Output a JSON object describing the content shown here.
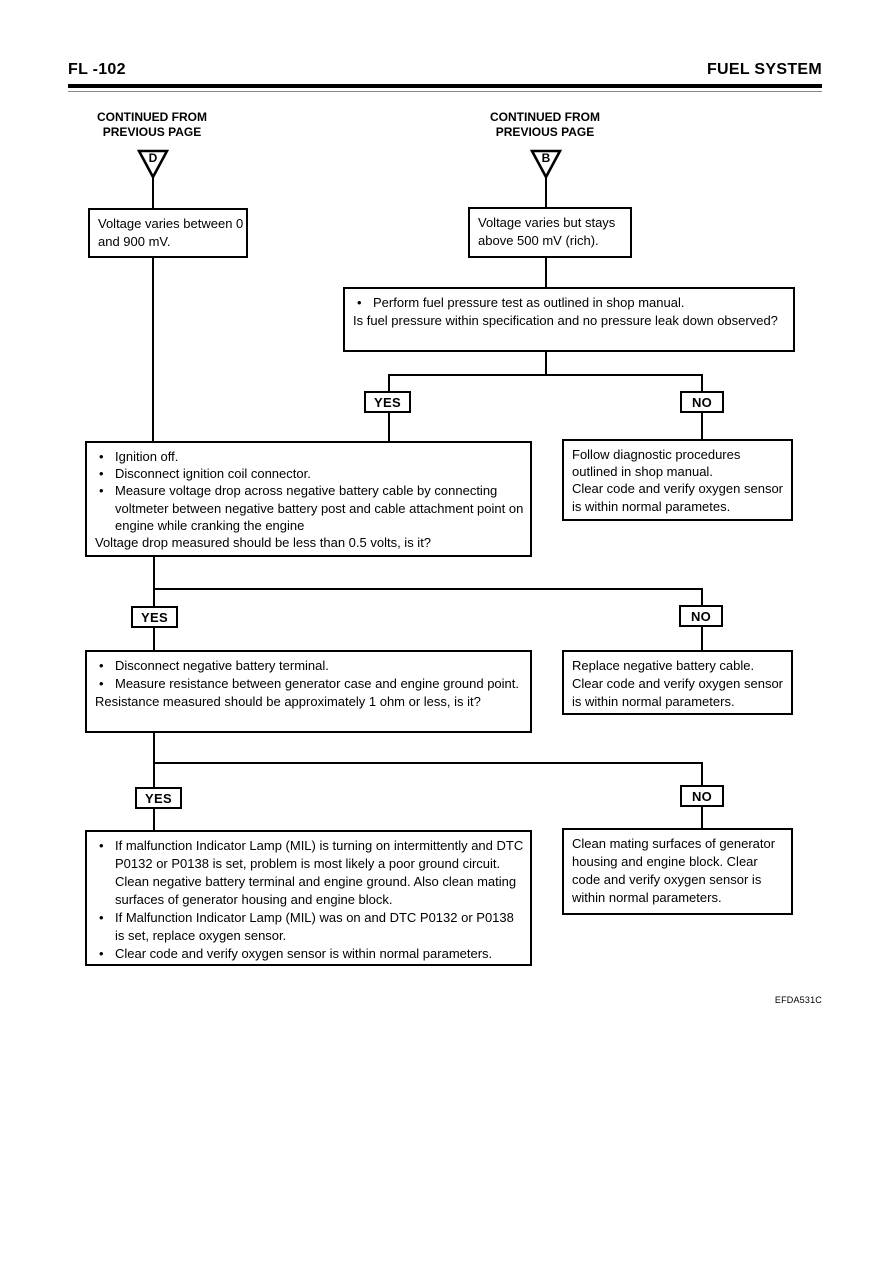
{
  "header": {
    "page_number": "FL -102",
    "section_title": "FUEL SYSTEM"
  },
  "connectors": {
    "d": {
      "line1": "CONTINUED FROM",
      "line2": "PREVIOUS PAGE",
      "letter": "D"
    },
    "b": {
      "line1": "CONTINUED FROM",
      "line2": "PREVIOUS PAGE",
      "letter": "B"
    }
  },
  "labels": {
    "yes": "YES",
    "no": "NO"
  },
  "glyphs": {
    "bullet": "•"
  },
  "boxes": {
    "voltage_d": {
      "text": "Voltage varies between 0 and 900 mV."
    },
    "voltage_b": {
      "text": "Voltage varies but stays above 500 mV (rich)."
    },
    "fuel_pressure": {
      "bullets": [
        "Perform fuel pressure test as outlined in shop manual."
      ],
      "question": "Is fuel pressure within specification and no pressure leak down observed?"
    },
    "ignition": {
      "bullets": [
        "Ignition off.",
        "Disconnect ignition coil connector.",
        "Measure voltage drop across negative battery cable by connecting voltmeter between negative battery post and cable attachment point on engine while cranking the engine"
      ],
      "question": "Voltage drop measured should be less than 0.5 volts, is it?"
    },
    "follow_diagnostic": {
      "lines": [
        "Follow diagnostic procedures outlined in shop manual.",
        "Clear code and verify oxygen sensor is within normal parametes."
      ]
    },
    "disconnect_battery": {
      "bullets": [
        "Disconnect negative battery terminal.",
        "Measure resistance between generator case and engine ground point."
      ],
      "question": "Resistance measured should be approximately 1 ohm or less, is it?"
    },
    "replace_cable": {
      "lines": [
        "Replace negative battery cable.",
        "Clear code and verify oxygen sensor is within normal parameters."
      ]
    },
    "mil": {
      "bullets": [
        "If malfunction Indicator Lamp (MIL) is turning on intermittently and DTC P0132 or P0138 is set, problem is most likely a poor ground circuit. Clean negative battery terminal and engine ground. Also clean mating surfaces of generator housing and engine block.",
        "If Malfunction Indicator Lamp (MIL) was on and DTC P0132 or P0138 is set, replace oxygen sensor.",
        "Clear code and verify oxygen sensor is within normal parameters."
      ]
    },
    "clean_surfaces": {
      "text": "Clean mating surfaces of generator housing and engine block. Clear code and verify oxygen sensor is within normal parameters."
    }
  },
  "footer": {
    "figure_code": "EFDA531C"
  }
}
